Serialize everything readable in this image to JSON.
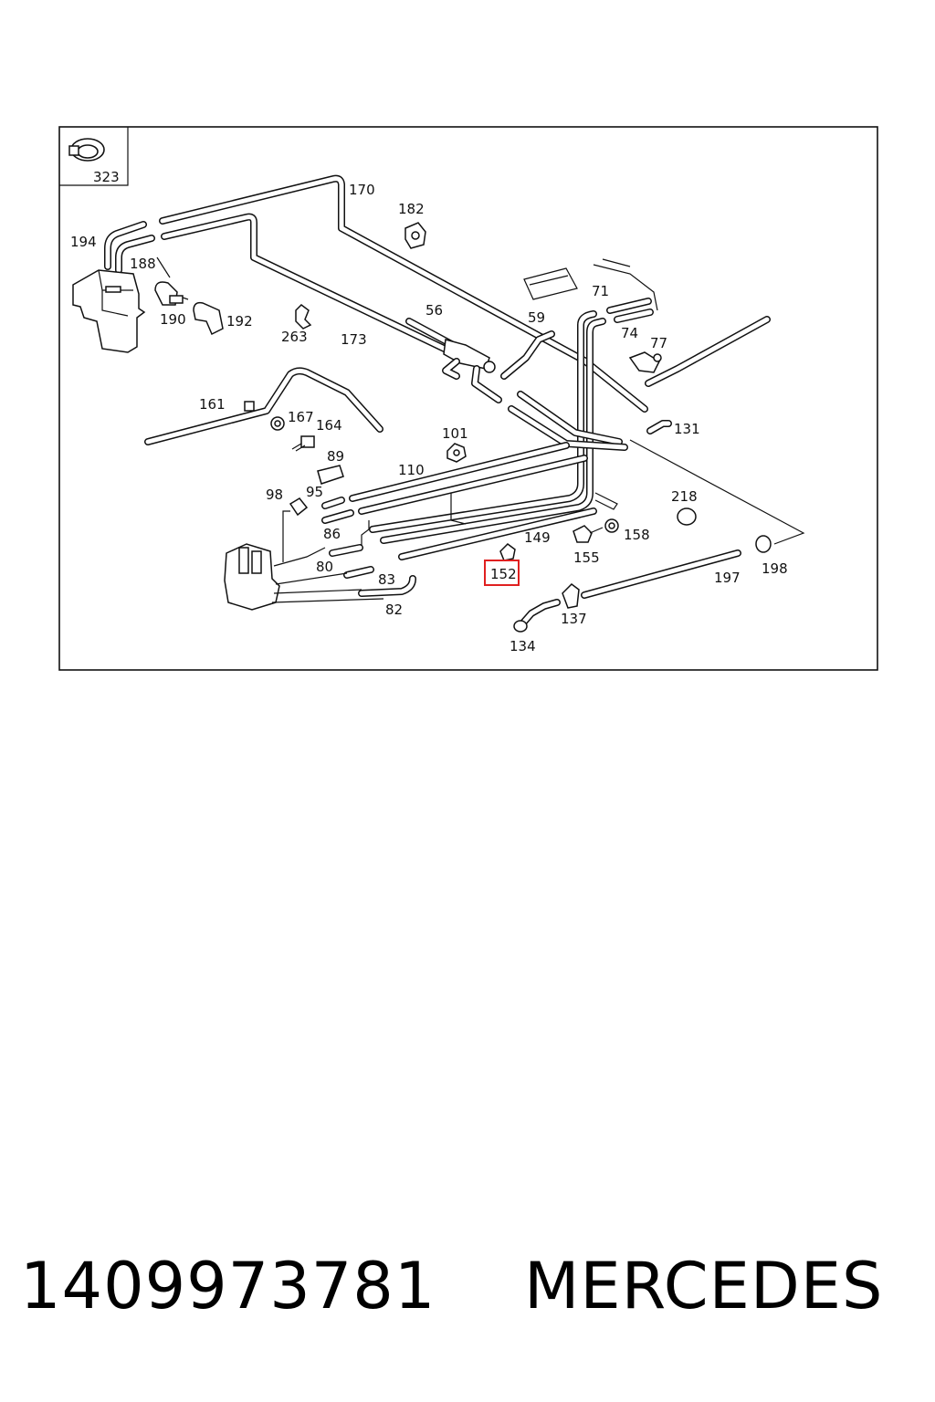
{
  "diagram": {
    "labels": [
      {
        "id": "323",
        "text": "323"
      },
      {
        "id": "170",
        "text": "170"
      },
      {
        "id": "182",
        "text": "182"
      },
      {
        "id": "194",
        "text": "194"
      },
      {
        "id": "188",
        "text": "188"
      },
      {
        "id": "190",
        "text": "190"
      },
      {
        "id": "192",
        "text": "192"
      },
      {
        "id": "263",
        "text": "263"
      },
      {
        "id": "173",
        "text": "173"
      },
      {
        "id": "56",
        "text": "56"
      },
      {
        "id": "59",
        "text": "59"
      },
      {
        "id": "71",
        "text": "71"
      },
      {
        "id": "74",
        "text": "74"
      },
      {
        "id": "77",
        "text": "77"
      },
      {
        "id": "161",
        "text": "161"
      },
      {
        "id": "167",
        "text": "167"
      },
      {
        "id": "164",
        "text": "164"
      },
      {
        "id": "101",
        "text": "101"
      },
      {
        "id": "131",
        "text": "131"
      },
      {
        "id": "89",
        "text": "89"
      },
      {
        "id": "110",
        "text": "110"
      },
      {
        "id": "98",
        "text": "98"
      },
      {
        "id": "95",
        "text": "95"
      },
      {
        "id": "218",
        "text": "218"
      },
      {
        "id": "86",
        "text": "86"
      },
      {
        "id": "149",
        "text": "149"
      },
      {
        "id": "158",
        "text": "158"
      },
      {
        "id": "155",
        "text": "155"
      },
      {
        "id": "198",
        "text": "198"
      },
      {
        "id": "80",
        "text": "80"
      },
      {
        "id": "152",
        "text": "152"
      },
      {
        "id": "83",
        "text": "83"
      },
      {
        "id": "197",
        "text": "197"
      },
      {
        "id": "82",
        "text": "82"
      },
      {
        "id": "137",
        "text": "137"
      },
      {
        "id": "134",
        "text": "134"
      }
    ],
    "highlight_label": "152",
    "highlight_color": "#e02020",
    "line_color": "#111111"
  },
  "footer": {
    "part_number": "1409973781",
    "brand": "MERCEDES"
  }
}
